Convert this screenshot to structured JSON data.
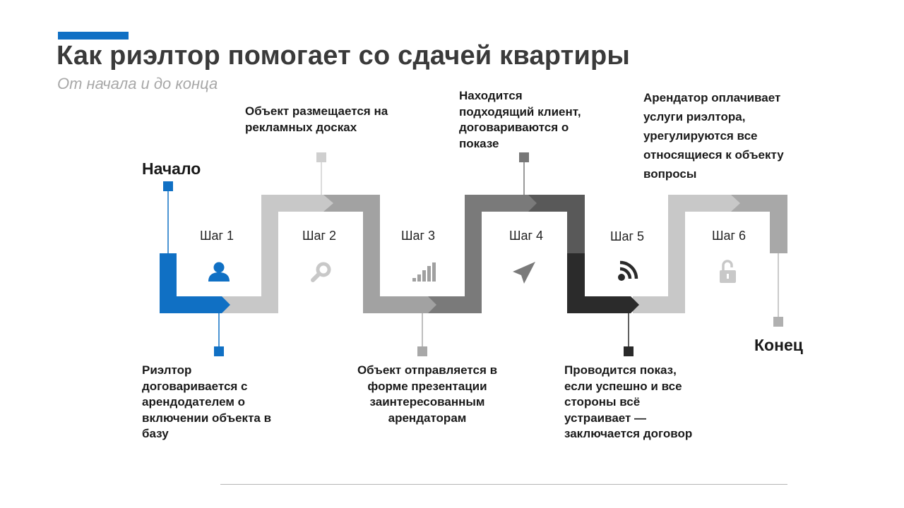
{
  "header": {
    "title": "Как риэлтор помогает со сдачей квартиры",
    "subtitle": "От начала и до конца"
  },
  "flow": {
    "start_label": "Начало",
    "end_label": "Конец",
    "steps": [
      {
        "label": "Шаг 1",
        "icon": "user-icon",
        "color": "#1070c4",
        "description": "Риэлтор договаривается с арендодателем о включении объекта в базу"
      },
      {
        "label": "Шаг 2",
        "icon": "search-icon",
        "color": "#c8c8c8",
        "description": "Объект размещается на рекламных досках"
      },
      {
        "label": "Шаг 3",
        "icon": "bar-chart-icon",
        "color": "#a0a0a0",
        "description": "Объект отправляется в форме презентации заинтересованным арендаторам"
      },
      {
        "label": "Шаг 4",
        "icon": "paper-plane-icon",
        "color": "#7a7a7a",
        "description": "Находится подходящий клиент, договариваются о показе"
      },
      {
        "label": "Шаг 5",
        "icon": "rss-icon",
        "color": "#2a2a2a",
        "description": "Проводится показ, если успешно и все стороны всё устраивает — заключается договор"
      },
      {
        "label": "Шаг 6",
        "icon": "lock-icon",
        "color": "#c8c8c8",
        "description": "Арендатор оплачивает услуги риэлтора, урегулируются все относящиеся к объекту вопросы"
      }
    ]
  },
  "colors": {
    "accent": "#1070c4",
    "title": "#3a3a3a",
    "subtitle": "#a8a8a8"
  }
}
